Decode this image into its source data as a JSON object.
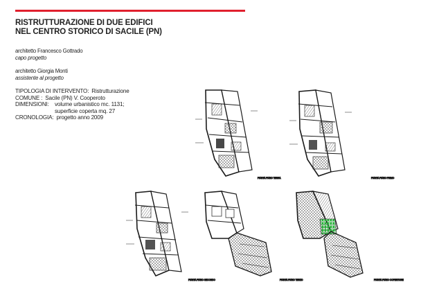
{
  "colors": {
    "accent_rule": "#e0202e",
    "ink": "#222222",
    "plan_line": "#1a1a1a",
    "hatch": "#555555",
    "highlight": "#27b33a"
  },
  "title": {
    "line1": "RISTRUTTURAZIONE DI DUE EDIFICI",
    "line2": "NEL CENTRO STORICO DI SACILE (PN)"
  },
  "credits": [
    {
      "name": "architetto Francesco Gottrado",
      "role": "capo progetto"
    },
    {
      "name": "architetto Giorgia Monti",
      "role": "assistente al progetto"
    }
  ],
  "details": {
    "tipologia_label": "TIPOLOGIA DI INTERVENTO:",
    "tipologia_value": "Ristrutturazione",
    "comune_label": "COMUNE :",
    "comune_value": "Sacile (PN) V. Cooperoto",
    "dimensioni_label": "DIMENSIONI:",
    "dimensioni_value1": "volume urbanistico mc. 1131;",
    "dimensioni_value2": "superficie coperta   mq. 27",
    "cronologia_label": "CRONOLOGIA:",
    "cronologia_value": "progetto anno 2009"
  },
  "drawings": [
    {
      "id": "plan-top-1",
      "caption": "PIANTA PIANO TERRA"
    },
    {
      "id": "plan-top-2",
      "caption": "PIANTA PIANO PRIMO"
    },
    {
      "id": "plan-bottom-1",
      "caption": "PIANTA PIANO SECONDO"
    },
    {
      "id": "plan-bottom-2",
      "caption": "PIANTA PIANO TERZO"
    },
    {
      "id": "plan-bottom-3",
      "caption": "PIANTA PIANO COPERTURE"
    }
  ]
}
